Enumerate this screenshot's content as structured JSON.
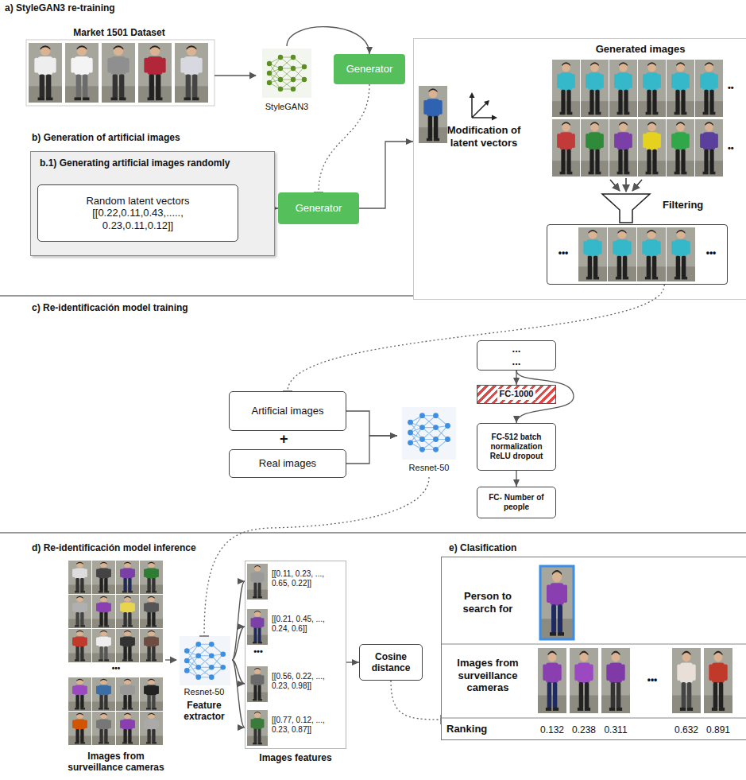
{
  "diagram": {
    "nodes": [
      {
        "text": [
          "StyleGAN3"
        ]
      },
      {
        "text": [
          "Generator"
        ]
      },
      {
        "text": [
          "b.1) Generating artificial images randomly"
        ]
      },
      {
        "text": [
          "Random latent vectors [[0.22,0.11,0.43,....., 0.23,0.11,0.12]]"
        ],
        "in": 2
      },
      {
        "text": [
          "Generator"
        ]
      },
      {
        "text": [
          "Generated images",
          "Modification of latent vectors",
          "Filtering"
        ]
      },
      {
        "text": [
          "•••",
          "•••"
        ],
        "in": 5
      },
      {
        "text": [
          "Artificial images"
        ]
      },
      {
        "text": [
          "Real images"
        ]
      },
      {
        "text": [
          "Resnet-50"
        ]
      },
      {
        "text": [
          "... ..."
        ]
      },
      {
        "text": [
          "FC-1000"
        ]
      },
      {
        "text": [
          "FC-512 batch normalization ReLU dropout"
        ]
      },
      {
        "text": [
          "FC- Number of people"
        ]
      },
      {
        "text": [
          "Resnet-50",
          "Feature extractor"
        ]
      },
      {
        "text": [
          "[[0.11, 0.23, ..., 0.65, 0.22]]",
          "[[0.21, 0.45, ..., 0.24, 0.6]]",
          "•••",
          "[[0.56, 0.22, ..., 0.23, 0.98]]",
          "[[0.77, 0.12, ..., 0.23, 0.87]]",
          "Images features"
        ]
      },
      {
        "text": [
          "Cosine distance"
        ]
      },
      {
        "text": [
          "Person to search for",
          "Images from surveillance cameras",
          "Ranking",
          "0.132",
          "0.238",
          "0.311",
          "•••",
          "0.632",
          "0.891"
        ]
      }
    ],
    "edges": [
      {
        "from": 0,
        "to": 1,
        "arrow": "to"
      },
      {
        "from": 1,
        "to": 4,
        "arrow": "none"
      },
      {
        "from": 3,
        "to": 4,
        "arrow": "to"
      },
      {
        "from": 4,
        "to": 5,
        "arrow": "to"
      },
      {
        "from": 6,
        "to": 7,
        "arrow": "none"
      },
      {
        "from": 7,
        "to": 9,
        "arrow": "to"
      },
      {
        "from": 8,
        "to": 9,
        "arrow": "to"
      },
      {
        "from": 10,
        "to": 11,
        "arrow": "to"
      },
      {
        "from": 10,
        "to": 12,
        "arrow": "to"
      },
      {
        "from": 12,
        "to": 13,
        "arrow": "to"
      },
      {
        "from": 9,
        "to": 14,
        "arrow": "none"
      },
      {
        "from": 14,
        "to": 15,
        "arrow": "to"
      },
      {
        "from": 15,
        "to": 16,
        "arrow": "to"
      },
      {
        "from": 16,
        "to": 17,
        "arrow": "none"
      }
    ],
    "labels": [
      "a) StyleGAN3 re-training",
      "Market 1501 Dataset",
      "b) Generation of artificial images",
      "••",
      "••",
      "c) Re-identificación model training",
      "+",
      "d) Re-identificación model inference",
      "•••",
      "Images from surveillance cameras",
      "e) Clasification"
    ]
  }
}
